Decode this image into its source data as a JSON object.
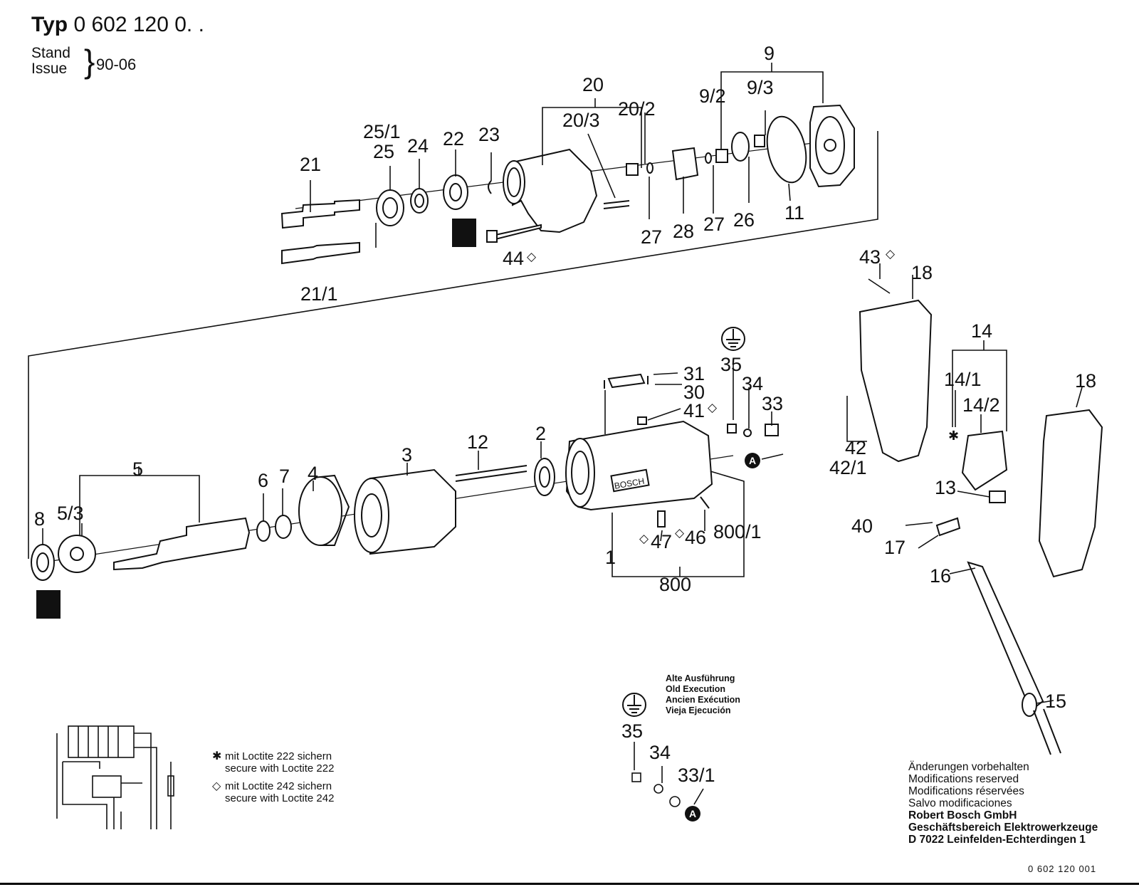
{
  "header": {
    "typ_label": "Typ",
    "typ_number": "0 602 120 0. .",
    "stand_label": "Stand",
    "issue_label": "Issue",
    "issue_date": "90-06"
  },
  "part_labels": {
    "p21": "21",
    "p21_1": "21/1",
    "p25_1": "25/1",
    "p25": "25",
    "p24": "24",
    "p22": "22",
    "p23": "23",
    "p44": "44",
    "p20": "20",
    "p20_3": "20/3",
    "p20_2": "20/2",
    "p9": "9",
    "p9_2": "9/2",
    "p9_3": "9/3",
    "p27a": "27",
    "p28": "28",
    "p27b": "27",
    "p26": "26",
    "p11": "11",
    "p43": "43",
    "p18a": "18",
    "p14": "14",
    "p14_1": "14/1",
    "p14_2": "14/2",
    "p18b": "18",
    "p42": "42",
    "p42_1": "42/1",
    "p13": "13",
    "p40": "40",
    "p17": "17",
    "p16": "16",
    "p15": "15",
    "p31": "31",
    "p30": "30",
    "p41": "41",
    "p35": "35",
    "p34": "34",
    "p33": "33",
    "p12": "12",
    "p2": "2",
    "p3": "3",
    "p4": "4",
    "p5": "5",
    "p5_3": "5/3",
    "p6": "6",
    "p7": "7",
    "p8": "8",
    "p1": "1",
    "p47": "47",
    "p46": "46",
    "p800_1": "800/1",
    "p800": "800",
    "p35b": "35",
    "p34b": "34",
    "p33_1": "33/1",
    "brand": "BOSCH",
    "marker_a": "A"
  },
  "legend": {
    "star_symbol": "✱",
    "diamond_symbol": "◇",
    "star_line1": "mit Loctite 222 sichern",
    "star_line2": "secure with Loctite 222",
    "diamond_line1": "mit Loctite 242 sichern",
    "diamond_line2": "secure with Loctite 242"
  },
  "old_execution": {
    "line1": "Alte Ausführung",
    "line2": "Old Execution",
    "line3": "Ancien Exécution",
    "line4": "Vieja Ejecución"
  },
  "footer": {
    "line1": "Änderungen vorbehalten",
    "line2": "Modifications reserved",
    "line3": "Modifications réservées",
    "line4": "Salvo modificaciones",
    "company1": "Robert Bosch GmbH",
    "company2": "Geschäftsbereich Elektrowerkzeuge",
    "company3": "D 7022 Leinfelden-Echterdingen 1"
  },
  "doc_number": "0 602 120 001"
}
